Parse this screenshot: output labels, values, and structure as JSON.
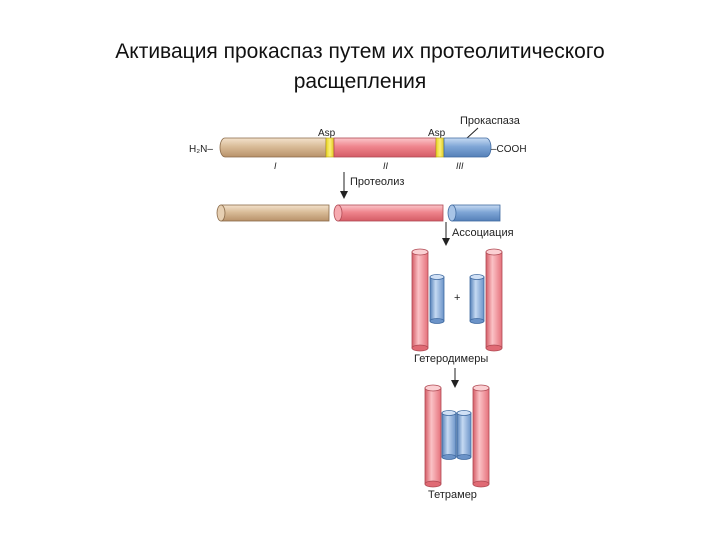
{
  "slide": {
    "title_line1": "Активация прокаспаз путем их протеолитического",
    "title_line2": "расщепления"
  },
  "diagram": {
    "n_terminus": "H₂N–",
    "c_terminus": "–COOH",
    "procaspase_label": "Прокаспаза",
    "asp_label_1": "Asp",
    "asp_label_2": "Asp",
    "domain_1": "I",
    "domain_2": "II",
    "domain_3": "III",
    "step_proteolysis": "Протеолиз",
    "step_association": "Ассоциация",
    "plus_sign": "+",
    "label_heterodimers": "Гетеродимеры",
    "label_tetramer": "Тетрамер"
  },
  "colors": {
    "tan": "#dcc0a0",
    "red": "#f0848c",
    "blue": "#7fa6d6",
    "asp": "#f3e23a"
  }
}
